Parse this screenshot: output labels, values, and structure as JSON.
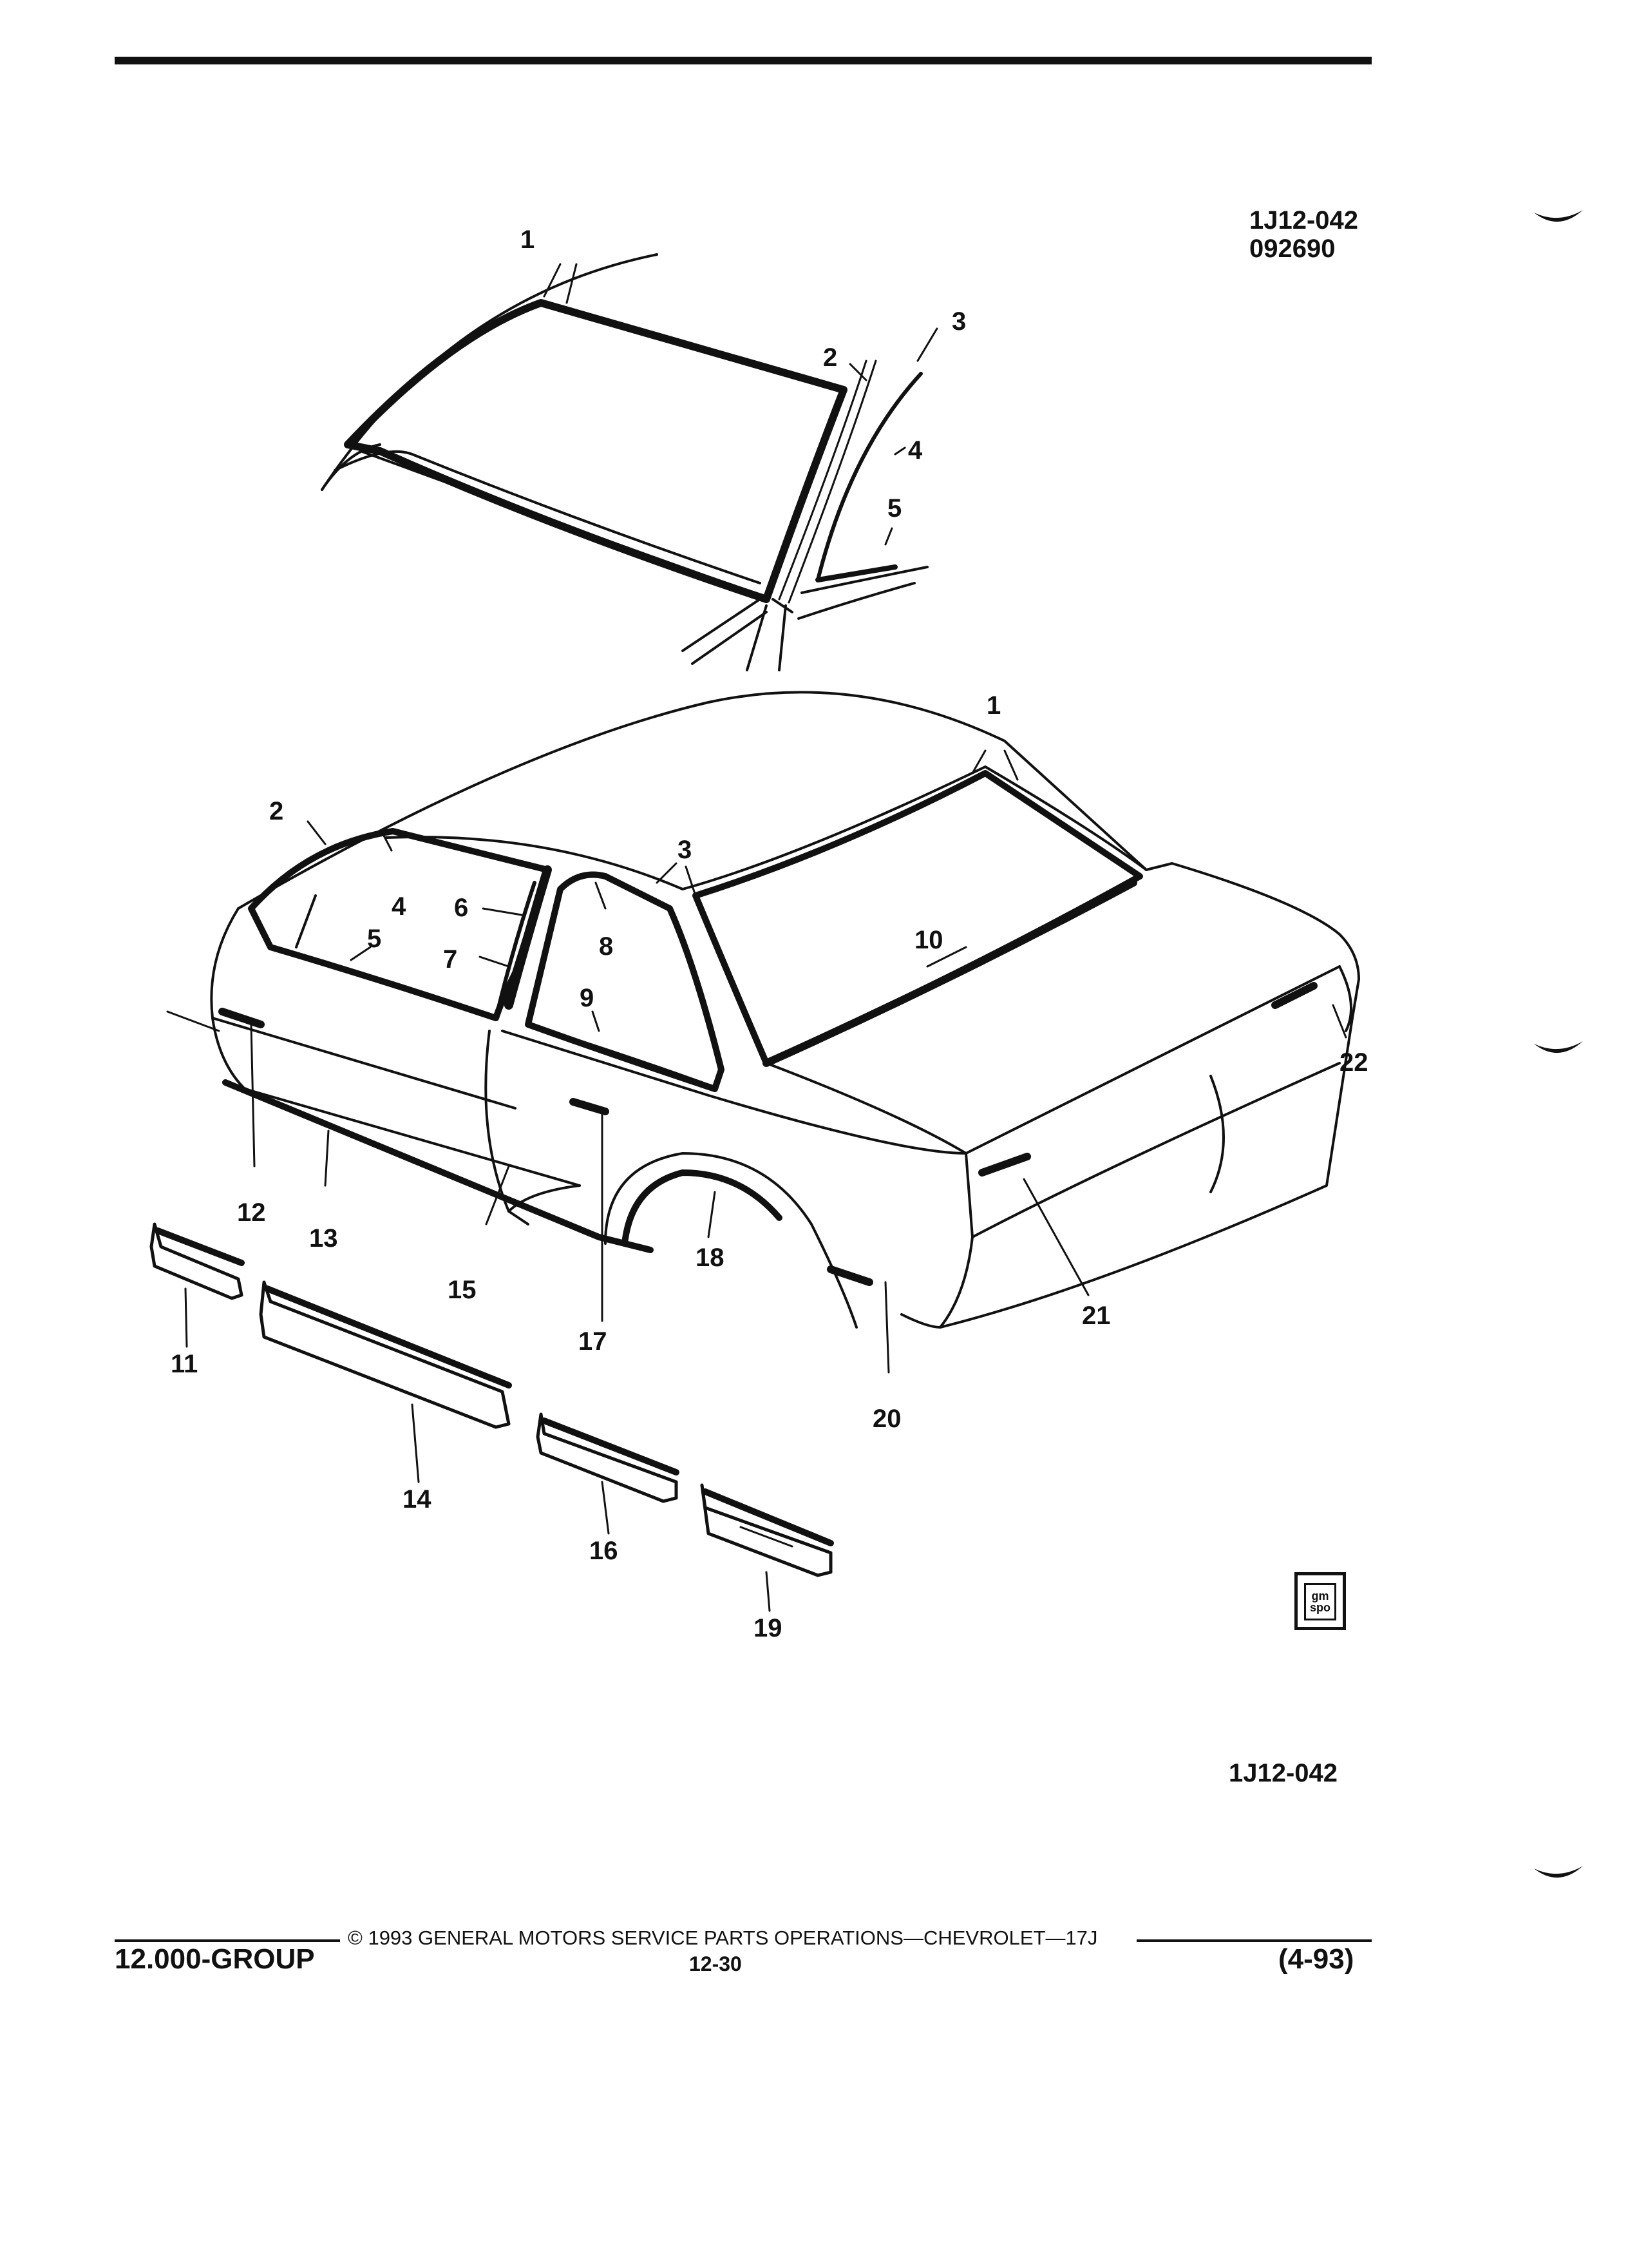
{
  "drawing_ref": {
    "line1": "1J12-042",
    "line2": "092690"
  },
  "figure_id": "1J12-042",
  "callouts": [
    {
      "id": "c1a",
      "label": "1"
    },
    {
      "id": "c2a",
      "label": "2"
    },
    {
      "id": "c3a",
      "label": "3"
    },
    {
      "id": "c4a",
      "label": "4"
    },
    {
      "id": "c5a",
      "label": "5"
    },
    {
      "id": "c1b",
      "label": "1"
    },
    {
      "id": "c2b",
      "label": "2"
    },
    {
      "id": "c3b",
      "label": "3"
    },
    {
      "id": "c4b",
      "label": "4"
    },
    {
      "id": "c5b",
      "label": "5"
    },
    {
      "id": "c6",
      "label": "6"
    },
    {
      "id": "c7",
      "label": "7"
    },
    {
      "id": "c8",
      "label": "8"
    },
    {
      "id": "c9",
      "label": "9"
    },
    {
      "id": "c10",
      "label": "10"
    },
    {
      "id": "c11",
      "label": "11"
    },
    {
      "id": "c12",
      "label": "12"
    },
    {
      "id": "c13",
      "label": "13"
    },
    {
      "id": "c14",
      "label": "14"
    },
    {
      "id": "c15",
      "label": "15"
    },
    {
      "id": "c16",
      "label": "16"
    },
    {
      "id": "c17",
      "label": "17"
    },
    {
      "id": "c18",
      "label": "18"
    },
    {
      "id": "c19",
      "label": "19"
    },
    {
      "id": "c20",
      "label": "20"
    },
    {
      "id": "c21",
      "label": "21"
    },
    {
      "id": "c22",
      "label": "22"
    }
  ],
  "badge": {
    "text_line1": "gm",
    "text_line2": "spo"
  },
  "footer": {
    "group": "12.000-GROUP",
    "copyright": "© 1993 GENERAL MOTORS SERVICE PARTS OPERATIONS—CHEVROLET—17J",
    "page": "12-30",
    "date": "(4-93)"
  }
}
